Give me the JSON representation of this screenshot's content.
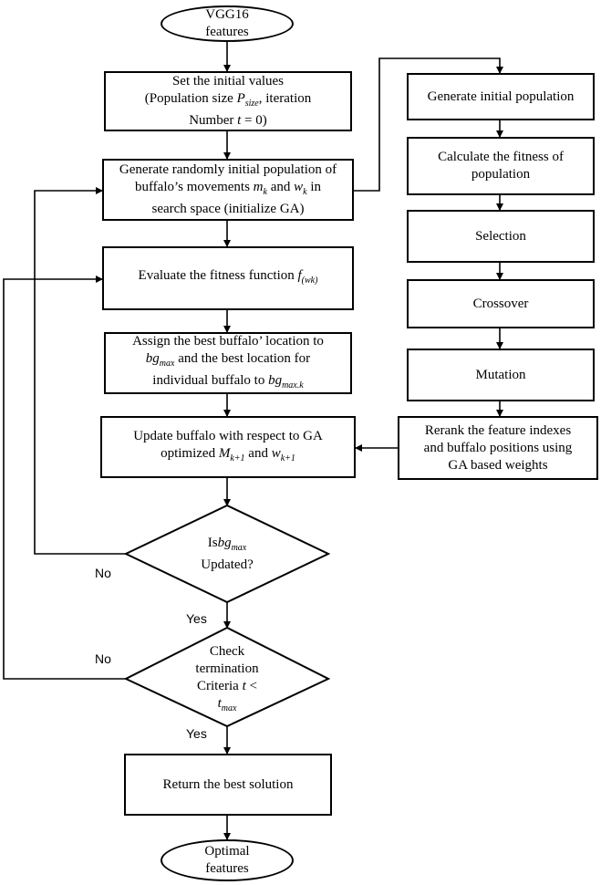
{
  "nodes": {
    "start": [
      "VGG16",
      "features"
    ],
    "init_values": {
      "l1": "Set the initial values",
      "l2a": "(Population size ",
      "l2var": "P",
      "l2sub": "size",
      "l2b": ", iteration",
      "l3a": "Number ",
      "l3var": "t",
      "l3b": " = 0)"
    },
    "gen_population": {
      "l1": "Generate randomly initial population of",
      "l2a": "buffalo’s movements ",
      "l2v1": "m",
      "l2s1": "k",
      "l2mid": " and ",
      "l2v2": "w",
      "l2s2": "k",
      "l2b": " in",
      "l3": "search space (initialize GA)"
    },
    "evaluate": {
      "text": "Evaluate the fitness function ",
      "var": "f",
      "sub": "(wk)"
    },
    "assign_best": {
      "l1": "Assign the best buffalo’ location to",
      "l2var": "bg",
      "l2sub": "max",
      "l2b": " and the best location for",
      "l3a": "individual buffalo to ",
      "l3var": "bg",
      "l3sub": "max.k"
    },
    "update_buffalo": {
      "l1": "Update buffalo with respect to GA",
      "l2a": "optimized ",
      "l2v1": "M",
      "l2s1": "k+1",
      "l2mid": " and ",
      "l2v2": "w",
      "l2s2": "k+1"
    },
    "decision_updated": {
      "l1a": "Is",
      "l1var": "bg",
      "l1sub": "max",
      "l2": "Updated?"
    },
    "decision_termination": {
      "l1": "Check",
      "l2": "termination",
      "l3a": "Criteria ",
      "l3var": "t",
      "l3b": " <",
      "l4var": "t",
      "l4sub": "max"
    },
    "return_best": "Return the best solution",
    "end": [
      "Optimal",
      "features"
    ],
    "ga_generate": "Generate initial population",
    "ga_fitness": [
      "Calculate the fitness of",
      "population"
    ],
    "ga_selection": "Selection",
    "ga_crossover": "Crossover",
    "ga_mutation": "Mutation",
    "ga_rerank": [
      "Rerank the feature indexes",
      "and buffalo positions using",
      "GA based weights"
    ]
  },
  "labels": {
    "no_1": "No",
    "yes_1": "Yes",
    "no_2": "No",
    "yes_2": "Yes"
  },
  "colors": {
    "stroke": "#000000",
    "fill": "#ffffff",
    "text": "#000000"
  }
}
